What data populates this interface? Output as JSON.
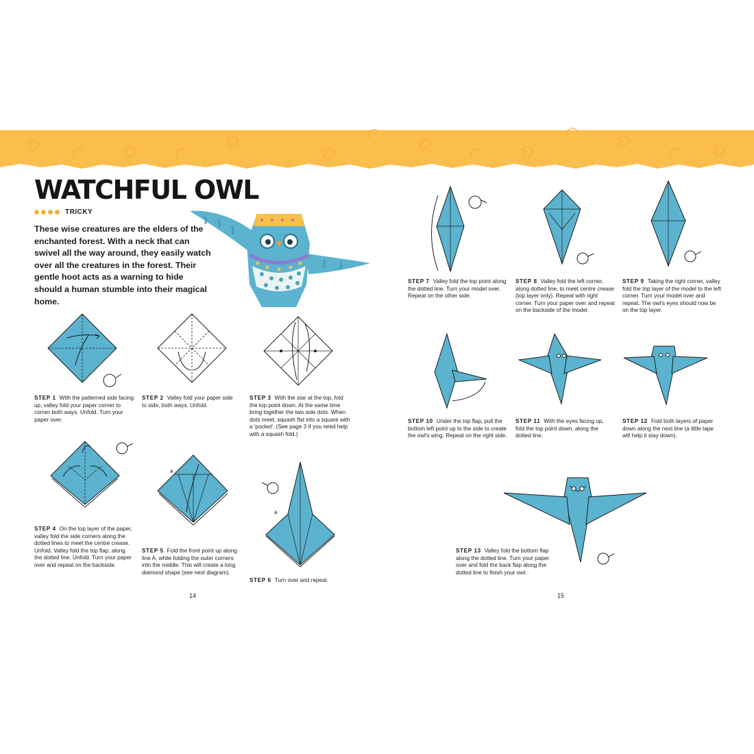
{
  "colors": {
    "banner": "#fbbd4b",
    "paper": "#5bb3cf",
    "paper_dark": "#3f93ae",
    "ink": "#1b1b1b",
    "accent_dots": "#f2b33c"
  },
  "title": "WATCHFUL OWL",
  "difficulty": {
    "level": 4,
    "label": "TRICKY"
  },
  "intro": "These wise creatures are the elders of the enchanted forest. With a neck that can swivel all the way around, they easily watch over all the creatures in the forest. Their gentle hoot acts as a warning to hide should a human stumble into their magical home.",
  "steps": [
    {
      "num": "STEP 1",
      "text": "With the patterned side facing up, valley fold your paper corner to corner both ways. Unfold. Turn your paper over."
    },
    {
      "num": "STEP 2",
      "text": "Valley fold your paper side to side, both ways. Unfold."
    },
    {
      "num": "STEP 3",
      "text": "With the star at the top, fold the top point down. At the same time bring together the two side dots. When dots meet, squash flat into a square with a 'pocket'. (See page 3 if you need help with a squash fold.)"
    },
    {
      "num": "STEP 4",
      "text": "On the top layer of the paper, valley fold the side corners along the dotted lines to meet the centre crease. Unfold. Valley fold the top flap, along the dotted line. Unfold. Turn your paper over and repeat on the backside."
    },
    {
      "num": "STEP 5",
      "text": "Fold the front point up along line A, while folding the outer corners into the middle. This will create a long diamond shape (see next diagram)."
    },
    {
      "num": "STEP 6",
      "text": "Turn over and repeat."
    },
    {
      "num": "STEP 7",
      "text": "Valley fold the top point along the dotted line. Turn your model over. Repeat on the other side."
    },
    {
      "num": "STEP 8",
      "text": "Valley fold the left corner, along dotted line, to meet centre crease (top layer only). Repeat with right corner. Turn your paper over and repeat on the backside of the model."
    },
    {
      "num": "STEP 9",
      "text": "Taking the right corner, valley fold the top layer of the model to the left corner. Turn your model over and repeat. The owl's eyes should now be on the top layer."
    },
    {
      "num": "STEP 10",
      "text": "Under the top flap, pull the bottom left point up to the side to create the owl's wing. Repeat on the right side."
    },
    {
      "num": "STEP 11",
      "text": "With the eyes facing up, fold the top point down, along the dotted line."
    },
    {
      "num": "STEP 12",
      "text": "Fold both layers of paper down along the next line (a little tape will help it stay down)."
    },
    {
      "num": "STEP 13",
      "text": "Valley fold the bottom flap along the dotted line. Turn your paper over and fold the back flap along the dotted line to finish your owl."
    }
  ],
  "fold_label": "A",
  "pages": {
    "left": "14",
    "right": "15"
  }
}
